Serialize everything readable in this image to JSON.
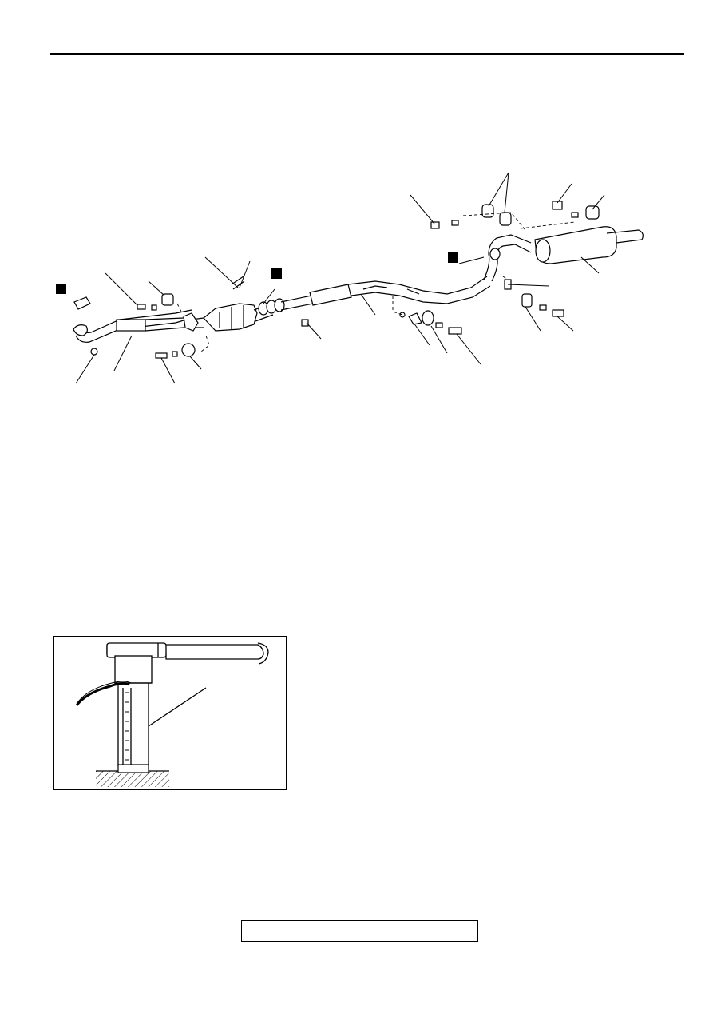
{
  "page": {
    "footer_box_text": ""
  },
  "diagram": {
    "title": "",
    "callout_markers": [
      "marker-a",
      "marker-b",
      "marker-c"
    ]
  },
  "inset": {
    "title": ""
  },
  "colors": {
    "ink": "#000000",
    "paper": "#ffffff"
  }
}
